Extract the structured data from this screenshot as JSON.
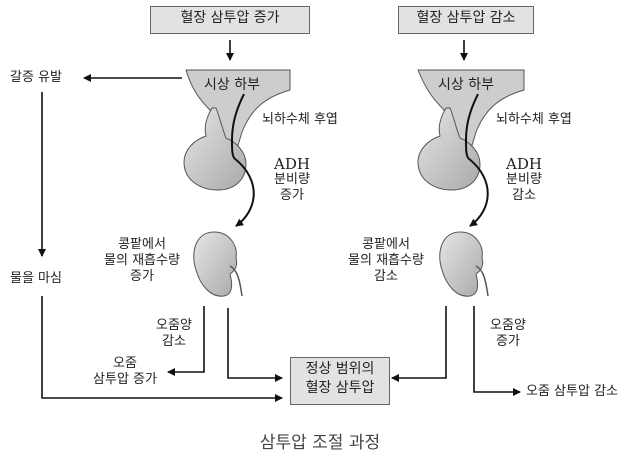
{
  "left": {
    "stimulus": "혈장 삼투압 증가",
    "thirst": "갈증 유발",
    "drink": "물을 마심",
    "hypothalamus": "시상 하부",
    "pituitary": "뇌하수체 후엽",
    "adh_title": "ADH",
    "adh_change": [
      "분비량",
      "증가"
    ],
    "kidney_text": [
      "콩팥에서",
      "물의 재흡수량",
      "증가"
    ],
    "urine_volume": [
      "오줌양",
      "감소"
    ],
    "urine_osmo": [
      "오줌",
      "삼투압 증가"
    ]
  },
  "right": {
    "stimulus": "혈장 삼투압 감소",
    "hypothalamus": "시상 하부",
    "pituitary": "뇌하수체 후엽",
    "adh_title": "ADH",
    "adh_change": [
      "분비량",
      "감소"
    ],
    "kidney_text": [
      "콩팥에서",
      "물의 재흡수량",
      "감소"
    ],
    "urine_volume": [
      "오줌양",
      "증가"
    ],
    "urine_osmo": "오줌 삼투압 감소"
  },
  "result": [
    "정상 범위의",
    "혈장 삼투압"
  ],
  "caption": "삼투압 조절 과정",
  "colors": {
    "box_fill": "#e2e2e2",
    "organ_fill": "#c8c8c8",
    "arrow": "#111111"
  }
}
